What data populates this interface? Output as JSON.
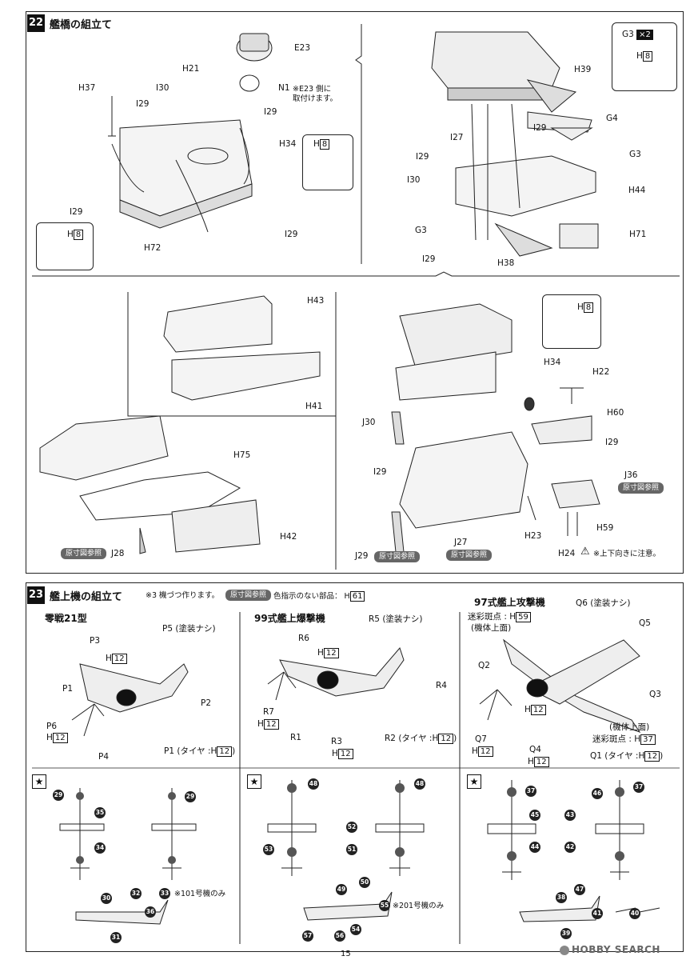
{
  "page_number": "15",
  "watermark": "HOBBY SEARCH",
  "step22": {
    "number": "22",
    "title": "艦橋の組立て",
    "labels": {
      "E23": "E23",
      "H21": "H21",
      "H37": "H37",
      "I30": "I30",
      "I29a": "I29",
      "I29b": "I29",
      "N1": "N1",
      "H34": "H34",
      "I29c": "I29",
      "H72": "H72",
      "I29d": "I29",
      "H39": "H39",
      "G4": "G4",
      "G3a": "G3",
      "I27": "I27",
      "I29e": "I29",
      "I29f": "I29",
      "I30b": "I30",
      "H44": "H44",
      "G3b": "G3",
      "H71": "H71",
      "I29g": "I29",
      "H38": "H38",
      "H43": "H43",
      "H41": "H41",
      "H75": "H75",
      "H42": "H42",
      "J28": "J28",
      "H34b": "H34",
      "H22": "H22",
      "J30": "J30",
      "H60": "H60",
      "I29h": "I29",
      "I29i": "I29",
      "J36": "J36",
      "H23": "H23",
      "J27": "J27",
      "H59": "H59",
      "J29": "J29",
      "H24": "H24"
    },
    "inset_h8_a": {
      "part": "H",
      "num": "8"
    },
    "inset_h8_b": {
      "part": "H",
      "num": "8"
    },
    "inset_g3": {
      "part": "G3",
      "mult": "×2",
      "h": "H",
      "num": "8"
    },
    "inset_h8_c": {
      "part": "H",
      "num": "8"
    },
    "note_e23": "※E23 側に\n取付けます。",
    "note_h24": "※上下向きに注意。",
    "ref_label": "原寸図参照"
  },
  "step23": {
    "number": "23",
    "title": "艦上機の組立て",
    "note": "※3 機づつ作ります。",
    "ref_label": "原寸図参照",
    "ref_note": "色指示のない部品：",
    "ref_part": "H",
    "ref_num": "61",
    "zero": {
      "title": "零戦21型",
      "labels": {
        "P5": "P5 (塗装ナシ)",
        "P3": "P3",
        "H12a": "12",
        "P1": "P1",
        "P2": "P2",
        "P6": "P6",
        "H12b": "12",
        "P4": "P4",
        "P1tire": "P1 (タイヤ :",
        "P1num": "12"
      },
      "decals": [
        "29",
        "35",
        "34",
        "29",
        "30",
        "32",
        "33",
        "36",
        "31"
      ],
      "note101": "※101号機のみ"
    },
    "val": {
      "title": "99式艦上爆撃機",
      "labels": {
        "R5": "R5 (塗装ナシ)",
        "R6": "R6",
        "H12a": "12",
        "R4": "R4",
        "R7": "R7",
        "H12b": "12",
        "R1": "R1",
        "R3": "R3",
        "H12c": "12",
        "R2": "R2 (タイヤ :",
        "R2num": "12"
      },
      "decals": [
        "48",
        "52",
        "51",
        "53",
        "48",
        "49",
        "50",
        "55",
        "54",
        "57",
        "56"
      ],
      "note201": "※201号機のみ"
    },
    "kate": {
      "title": "97式艦上攻撃機",
      "labels": {
        "camo_top": "迷彩斑点 :",
        "camo_top_num": "59",
        "camo_top_sub": "(機体上面)",
        "Q6": "Q6 (塗装ナシ)",
        "Q5": "Q5",
        "Q2": "Q2",
        "H12a": "12",
        "Q3": "Q3",
        "Q7": "Q7",
        "H12b": "12",
        "camo_under_sub": "(機体上面)",
        "camo_under": "迷彩斑点 :",
        "camo_under_num": "37",
        "Q4": "Q4",
        "H12c": "12",
        "Q1": "Q1 (タイヤ :",
        "Q1num": "12"
      },
      "decals": [
        "37",
        "45",
        "43",
        "44",
        "42",
        "46",
        "37",
        "38",
        "47",
        "41",
        "39",
        "40"
      ]
    }
  },
  "colors": {
    "ink": "#111111",
    "ref_badge": "#666666",
    "decal": "#222222"
  }
}
